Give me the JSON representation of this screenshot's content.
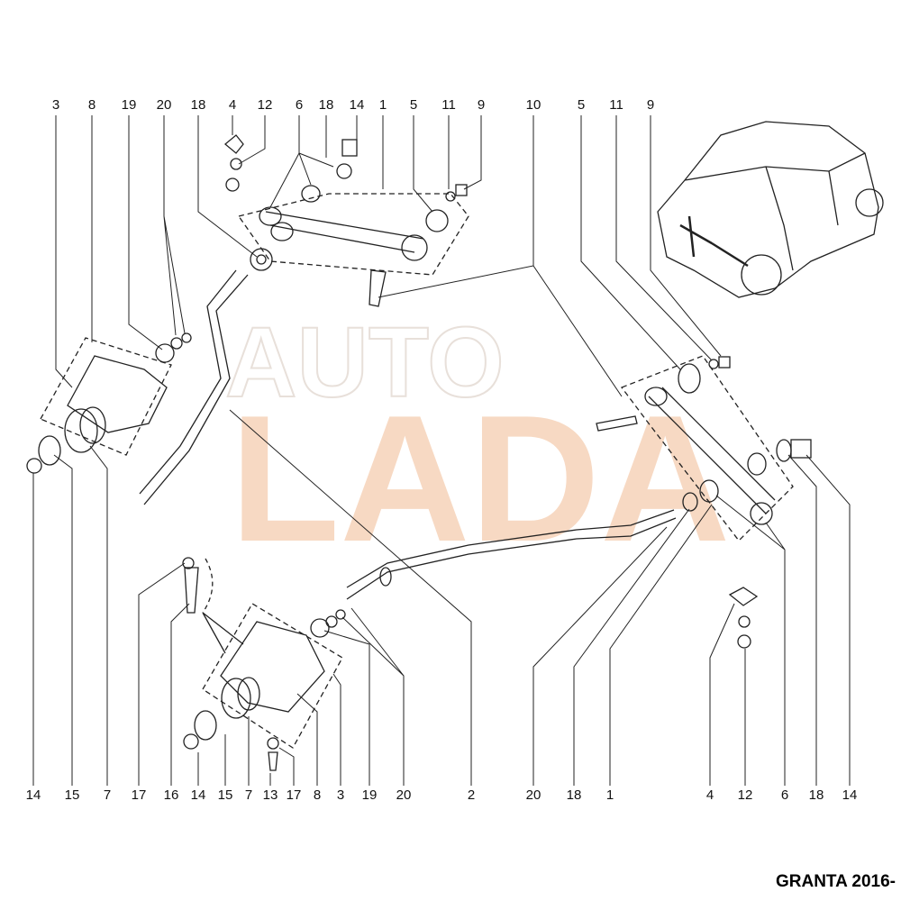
{
  "title": "GRANTA 2016-",
  "watermark": "AUTO LADA",
  "callouts_top": [
    "3",
    "8",
    "19",
    "20",
    "18",
    "4",
    "12",
    "6",
    "18",
    "14",
    "1",
    "5",
    "11",
    "9",
    "10",
    "5",
    "11",
    "9"
  ],
  "callouts_bottom": [
    "14",
    "15",
    "7",
    "17",
    "16",
    "14",
    "15",
    "7",
    "13",
    "17",
    "8",
    "3",
    "19",
    "20",
    "2",
    "20",
    "18",
    "1",
    "4",
    "12",
    "6",
    "18",
    "14"
  ],
  "colors": {
    "line": "#222222",
    "watermark": "#f5cdb0"
  }
}
